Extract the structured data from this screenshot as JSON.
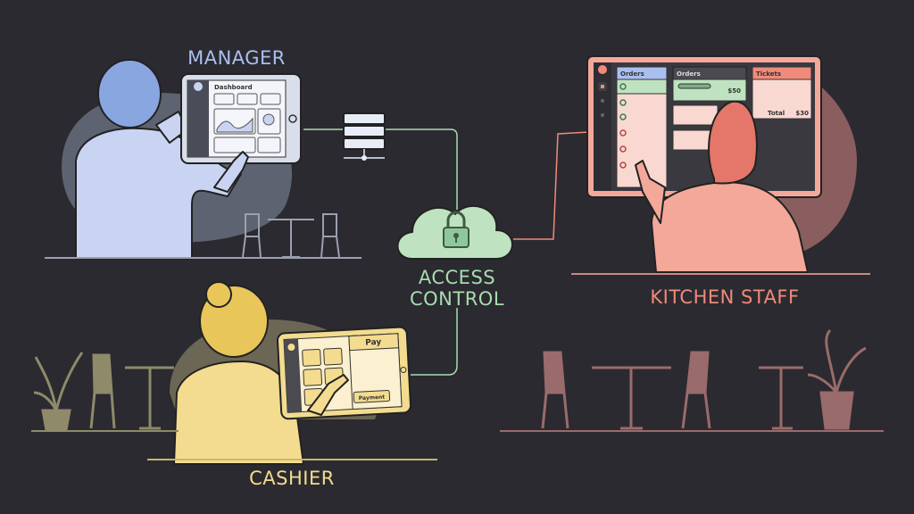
{
  "roles": {
    "manager": "MANAGER",
    "kitchen": "KITCHEN STAFF",
    "cashier": "CASHIER",
    "access_line1": "ACCESS",
    "access_line2": "CONTROL"
  },
  "manager_tablet": {
    "title": "Dashboard"
  },
  "kitchen_screen": {
    "col1_title": "Orders",
    "col2_title": "Orders",
    "col2_amount": "$50",
    "col3_title": "Tickets",
    "col3_total_label": "Total",
    "col3_total": "$30"
  },
  "cashier_tablet": {
    "pay_title": "Pay",
    "payment_button": "Payment"
  },
  "colors": {
    "background": "#2b2a30",
    "manager": "#c9d4f2",
    "access": "#bfe3c0",
    "kitchen": "#f08a7a",
    "cashier": "#f3dc8f"
  },
  "icons": [
    "server-icon",
    "lock-icon",
    "cloud-icon",
    "plant-icon",
    "chair-icon",
    "table-icon"
  ]
}
